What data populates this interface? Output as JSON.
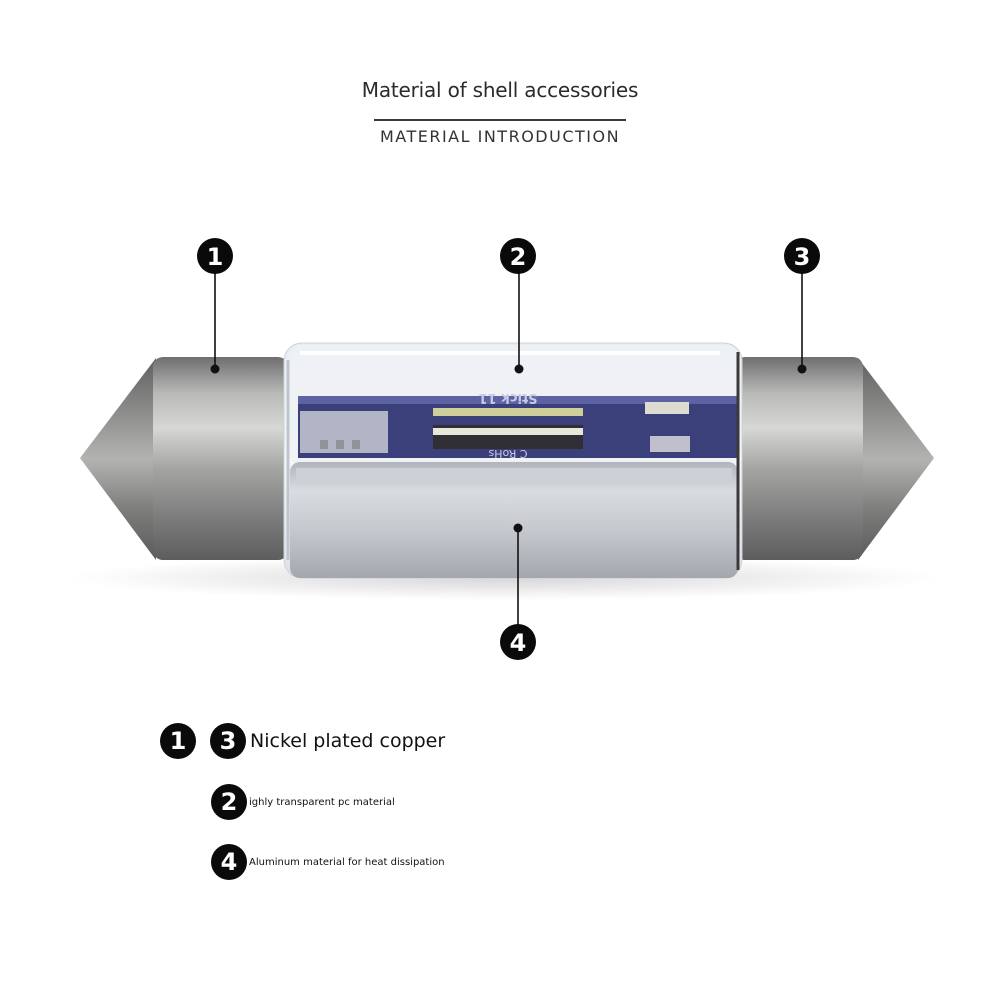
{
  "header": {
    "title": "Material of shell accessories",
    "subtitle": "MATERIAL INTRODUCTION"
  },
  "callouts": [
    "1",
    "2",
    "3",
    "4"
  ],
  "pcb_text": {
    "upper": "Stick 11",
    "lower": "C RoHs"
  },
  "legend": [
    {
      "badges": [
        "1",
        "3"
      ],
      "text": "Nickel plated copper"
    },
    {
      "badges": [
        "2"
      ],
      "text": "ighly transparent pc material"
    },
    {
      "badges": [
        "4"
      ],
      "text": "Aluminum material for heat dissipation"
    }
  ],
  "colors": {
    "badge": "#0a0a0a",
    "cap_metal": "#8c8d8c",
    "aluminum": "#c9ccd0",
    "pcb": "#3b3f7a"
  }
}
